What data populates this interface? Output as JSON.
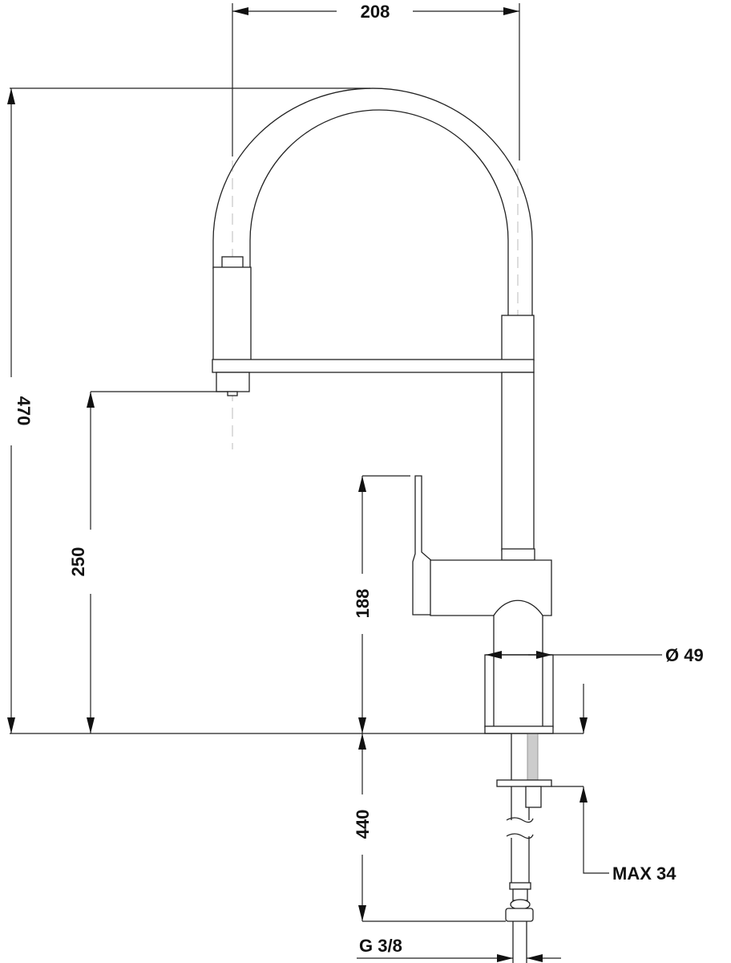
{
  "dimensions": {
    "width_top": "208",
    "total_height": "470",
    "spout_height": "250",
    "lever_height": "188",
    "base_diameter": "Ø 49",
    "hose_length": "440",
    "max_counter_thickness": "MAX 34",
    "connection_thread": "G 3/8"
  }
}
